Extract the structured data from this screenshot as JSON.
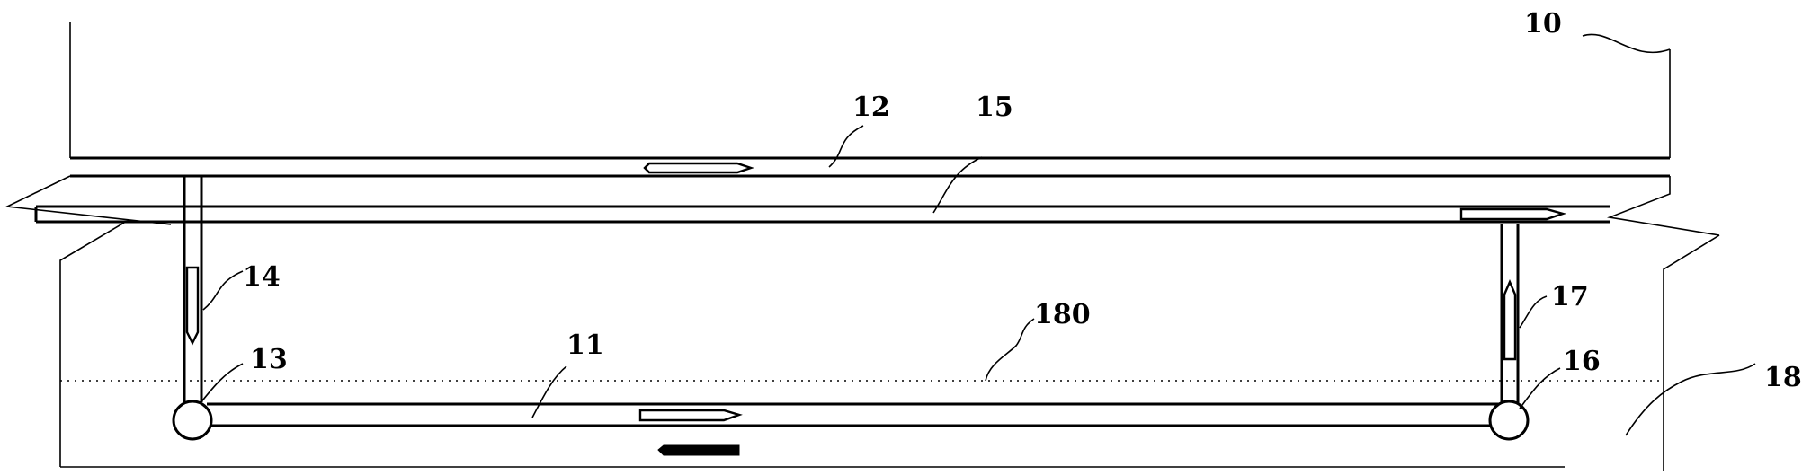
{
  "labels": {
    "l10": "10",
    "l11": "11",
    "l12": "12",
    "l13": "13",
    "l14": "14",
    "l15": "15",
    "l16": "16",
    "l17": "17",
    "l18": "18",
    "l180": "180"
  }
}
